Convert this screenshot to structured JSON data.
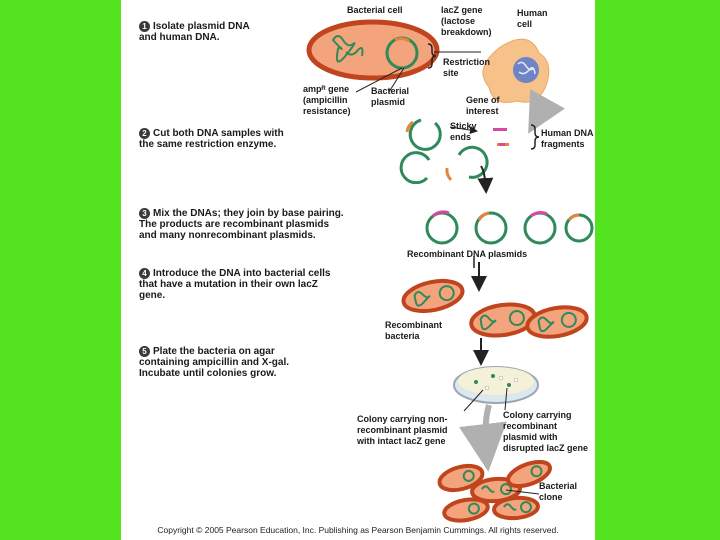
{
  "page": {
    "background": "#54e31f",
    "paper": "#ffffff"
  },
  "steps": [
    {
      "num": "1",
      "lines": [
        "Isolate plasmid DNA",
        "and human DNA."
      ]
    },
    {
      "num": "2",
      "lines": [
        "Cut both DNA samples with",
        "the same restriction enzyme."
      ]
    },
    {
      "num": "3",
      "lines": [
        "Mix the DNAs; they join by base pairing.",
        "The products are recombinant plasmids",
        "and many nonrecombinant plasmids."
      ]
    },
    {
      "num": "4",
      "lines": [
        "Introduce the DNA into bacterial cells",
        "that have a mutation in their own lacZ",
        "gene."
      ]
    },
    {
      "num": "5",
      "lines": [
        "Plate the bacteria on agar",
        "containing ampicillin and X-gal.",
        "Incubate until colonies grow."
      ]
    }
  ],
  "labels": {
    "bacterial_cell": "Bacterial cell",
    "lacz_gene": [
      "lacZ gene",
      "(lactose",
      "breakdown)"
    ],
    "human_cell": [
      "Human",
      "cell"
    ],
    "restriction_site": [
      "Restriction",
      "site"
    ],
    "ampr_gene": [
      "ampᴿ gene",
      "(ampicillin",
      "resistance)"
    ],
    "bacterial_plasmid": [
      "Bacterial",
      "plasmid"
    ],
    "gene_of_interest": [
      "Gene of",
      "interest"
    ],
    "sticky_ends": [
      "Sticky",
      "ends"
    ],
    "human_dna_fragments": [
      "Human DNA",
      "fragments"
    ],
    "recombinant_plasmids": "Recombinant DNA plasmids",
    "recombinant_bacteria": [
      "Recombinant",
      "bacteria"
    ],
    "colony_nonrecombinant": [
      "Colony carrying non-",
      "recombinant plasmid",
      "with intact lacZ gene"
    ],
    "colony_recombinant": [
      "Colony carrying",
      "recombinant",
      "plasmid with",
      "disrupted lacZ gene"
    ],
    "bacterial_clone": [
      "Bacterial",
      "clone"
    ]
  },
  "copyright": "Copyright © 2005 Pearson Education, Inc. Publishing as Pearson Benjamin Cummings. All rights reserved.",
  "colors": {
    "cell_wall": "#c0441e",
    "cell_fill": "#f4a47c",
    "dna_green": "#2f8a5a",
    "plasmid_orange": "#e8843a",
    "plasmid_pink": "#d64aa0",
    "human_cell": "#f6c28a",
    "nucleus": "#6f84c4",
    "arrow": "#222222",
    "gray_arrow": "#b0b0b0"
  },
  "icons": [
    "bacterial-cell-icon",
    "human-cell-icon",
    "plasmid-icon",
    "petri-dish-icon",
    "arrow-icon"
  ]
}
